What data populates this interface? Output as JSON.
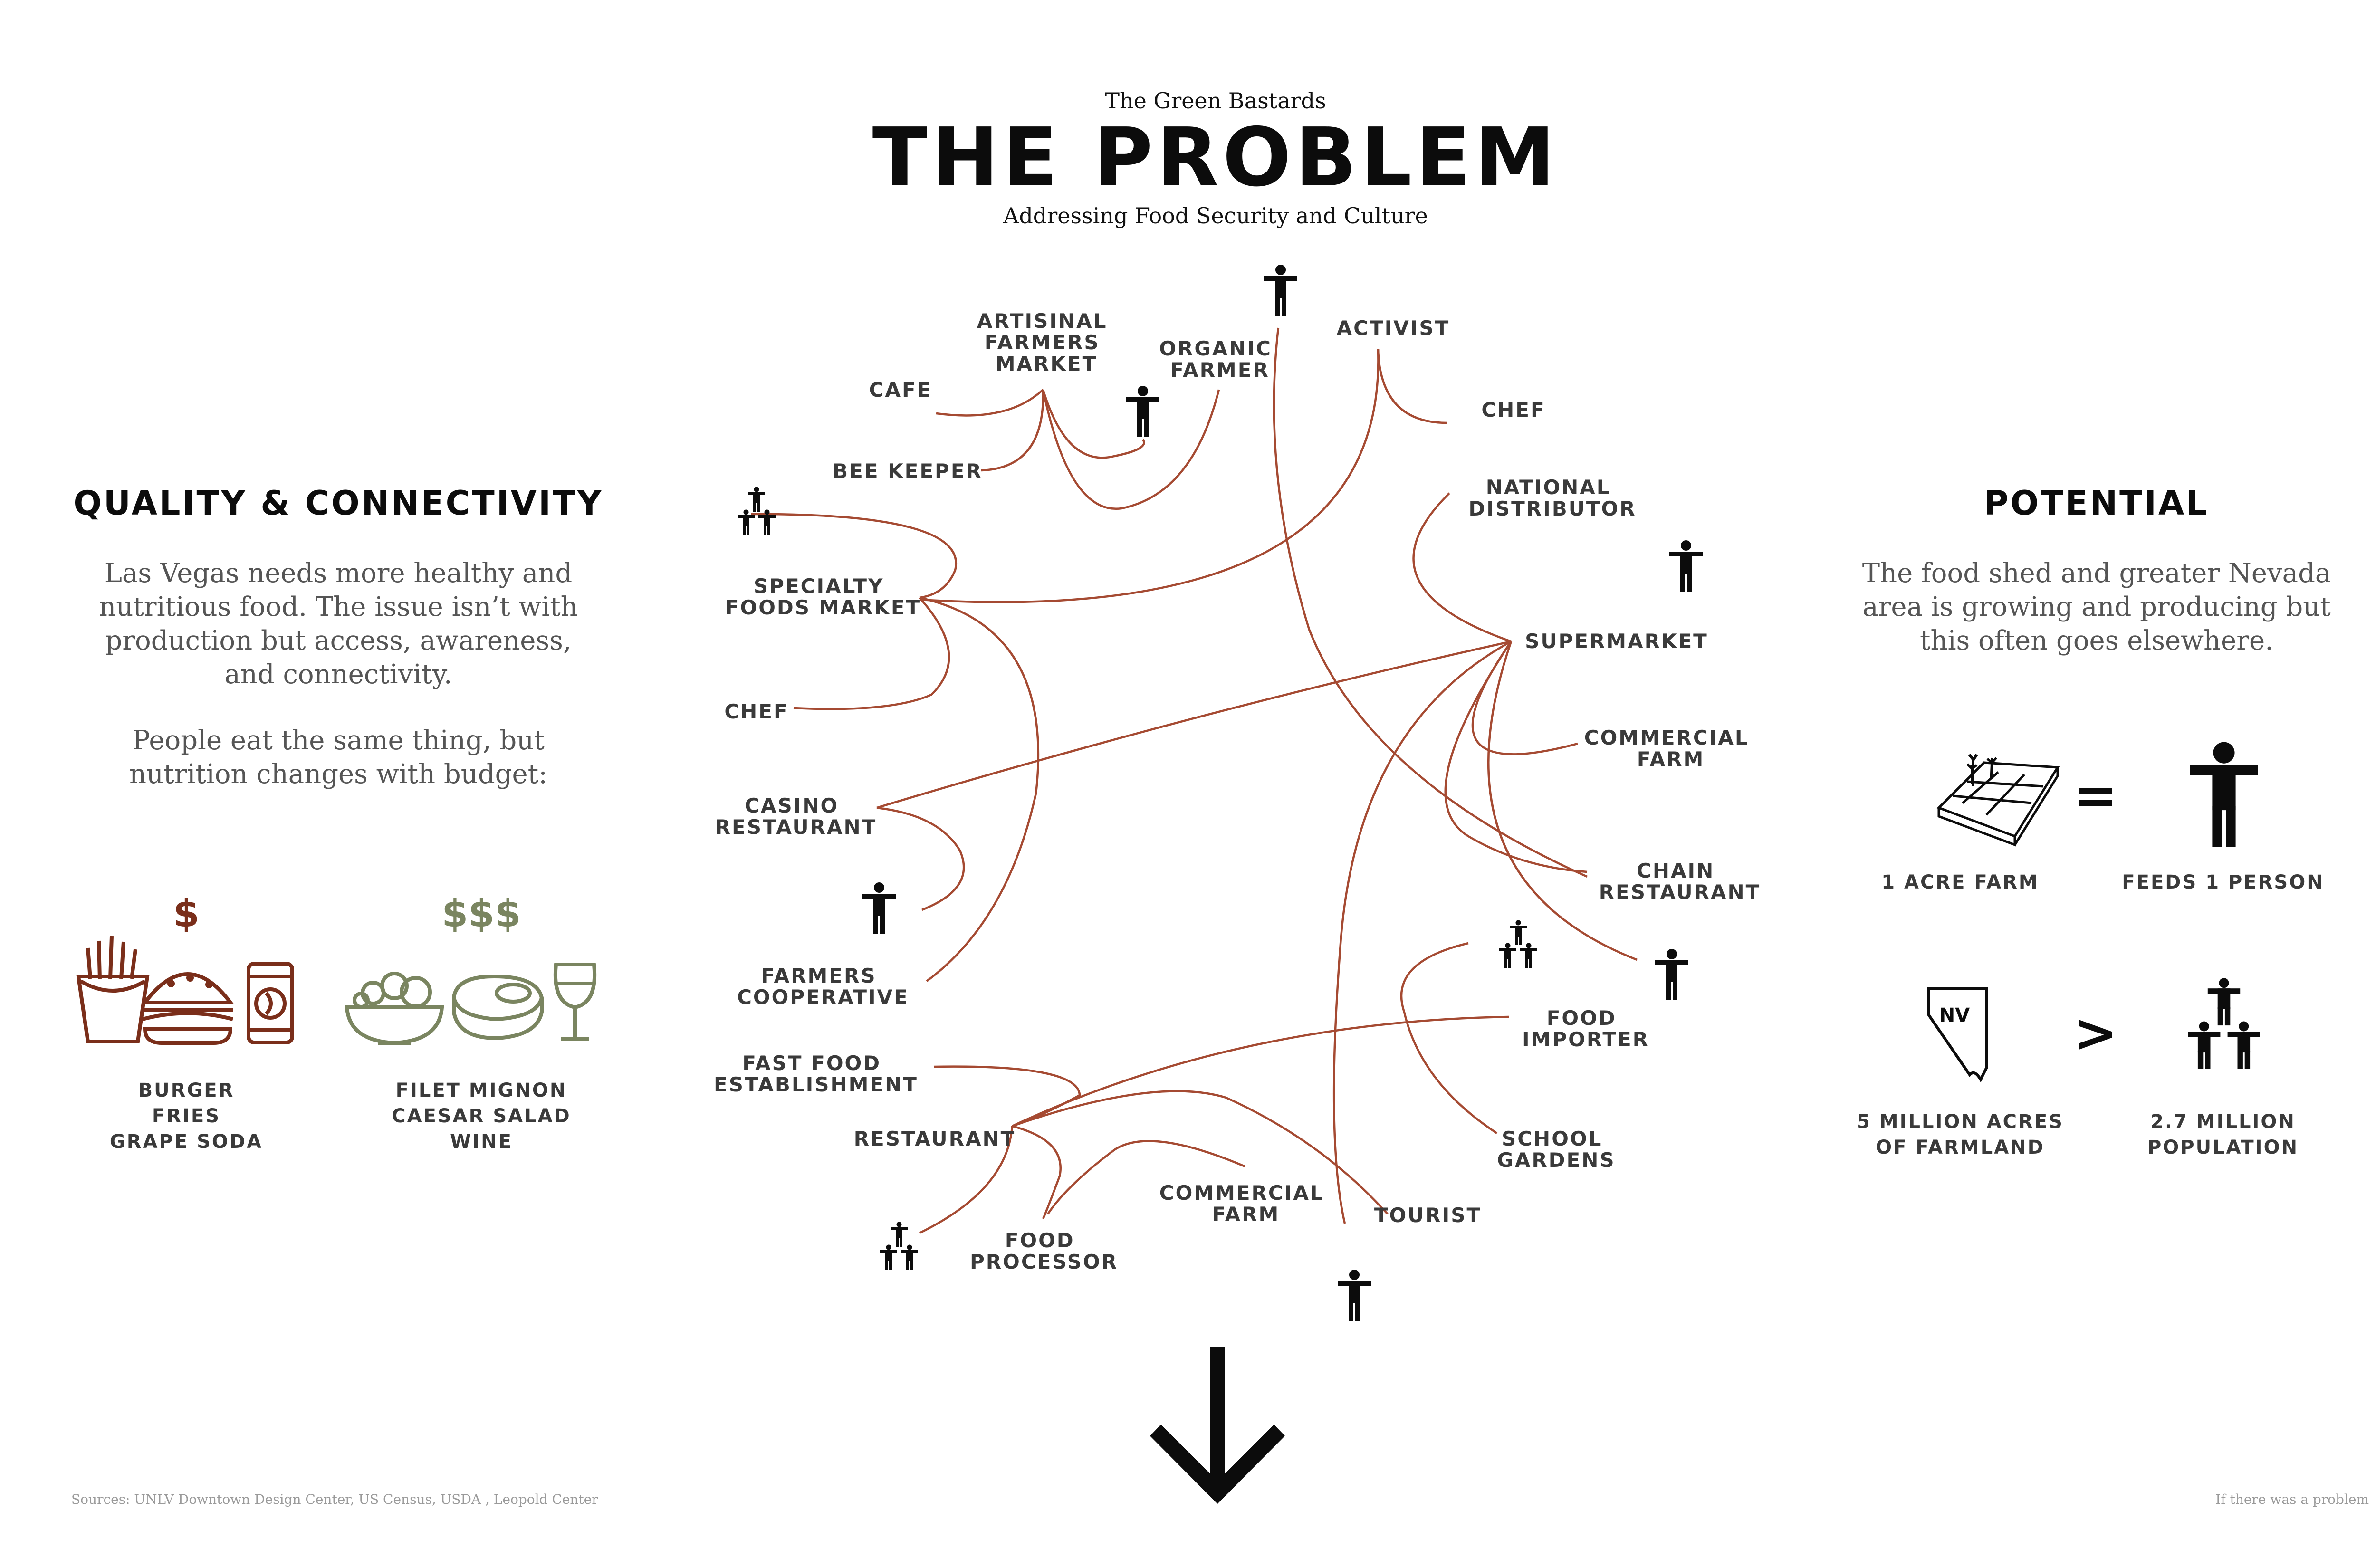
{
  "header": {
    "kicker": "The Green Bastards",
    "title": "THE PROBLEM",
    "subtitle": "Addressing Food Security and Culture"
  },
  "left": {
    "heading": "QUALITY & CONNECTIVITY",
    "para1": [
      "Las Vegas needs more healthy and",
      "nutritious food. The issue isn’t with",
      "production but access, awareness,",
      "and connectivity."
    ],
    "para2": [
      "People eat the same thing, but",
      "nutrition changes with budget:"
    ],
    "cheap": {
      "price": "$",
      "items": [
        "BURGER",
        "FRIES",
        "GRAPE SODA"
      ]
    },
    "expensive": {
      "price": "$$$",
      "items": [
        "FILET MIGNON",
        "CAESAR SALAD",
        "WINE"
      ]
    }
  },
  "right": {
    "heading": "POTENTIAL",
    "para": [
      "The food shed and greater Nevada",
      "area is growing and producing but",
      "this often goes elsewhere."
    ],
    "eq_symbol": "=",
    "gt_symbol": ">",
    "state_abbr": "NV",
    "farm_label": "1 ACRE FARM",
    "feeds_label": "FEEDS 1 PERSON",
    "acres_label": [
      "5 MILLION ACRES",
      "OF FARMLAND"
    ],
    "pop_label": [
      "2.7 MILLION",
      "POPULATION"
    ]
  },
  "diagram": {
    "nodes": {
      "artisinal": [
        "ARTISINAL",
        "FARMERS",
        "MARKET"
      ],
      "organic": [
        "ORGANIC",
        "FARMER"
      ],
      "activist": [
        "ACTIVIST"
      ],
      "cafe": [
        "CAFE"
      ],
      "chef_top": [
        "CHEF"
      ],
      "beekeeper": [
        "BEE KEEPER"
      ],
      "national": [
        "NATIONAL",
        "DISTRIBUTOR"
      ],
      "specialty": [
        "SPECIALTY",
        "FOODS MARKET"
      ],
      "supermarket": [
        "SUPERMARKET"
      ],
      "chef_left": [
        "CHEF"
      ],
      "commercial_farm_right": [
        "COMMERCIAL",
        "FARM"
      ],
      "casino": [
        "CASINO",
        "RESTAURANT"
      ],
      "chain": [
        "CHAIN",
        "RESTAURANT"
      ],
      "farmers_coop": [
        "FARMERS",
        "COOPERATIVE"
      ],
      "food_importer": [
        "FOOD",
        "IMPORTER"
      ],
      "fast_food": [
        "FAST FOOD",
        "ESTABLISHMENT"
      ],
      "restaurant": [
        "RESTAURANT"
      ],
      "school_gardens": [
        "SCHOOL",
        "GARDENS"
      ],
      "commercial_farm_bottom": [
        "COMMERCIAL",
        "FARM"
      ],
      "tourist": [
        "TOURIST"
      ],
      "food_processor": [
        "FOOD",
        "PROCESSOR"
      ]
    }
  },
  "footer": {
    "sources": "Sources: UNLV Downtown Design Center, US Census, USDA , Leopold Center",
    "note": "If there was a problem"
  },
  "colors": {
    "connector": "#a54a32",
    "cheap": "#7a2e1a",
    "expensive": "#7a8560",
    "ink": "#0c0c0c",
    "body_text": "#555555"
  },
  "icons": [
    "person-icon",
    "group-icon",
    "fries-icon",
    "burger-icon",
    "soda-can-icon",
    "salad-bowl-icon",
    "steak-icon",
    "wine-glass-icon",
    "farm-plot-icon",
    "nevada-map-icon",
    "down-arrow-icon"
  ]
}
